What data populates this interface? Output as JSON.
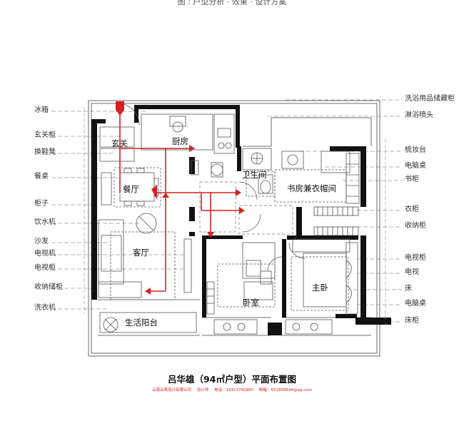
{
  "header": {
    "banner": "图 : 户型分析 ·  效果 · 设计方案"
  },
  "title": "吕华雄（94㎡户型）平面布置图",
  "firm": {
    "company": "云南云筑设计有限公司",
    "designer": "设计师",
    "phone_label": "电话：18313742955",
    "email_label": "邮箱：651899844@qq.com"
  },
  "rooms": {
    "entry": "玄关",
    "kitchen": "厨房",
    "dining": "餐厅",
    "living": "客厅",
    "bathroom": "卫生间",
    "study": "书房兼衣帽间",
    "bedroom": "卧室",
    "master": "主卧",
    "balcony": "生活阳台"
  },
  "left_labels": [
    "冰箱",
    "玄关柜",
    "换鞋凳",
    "餐桌",
    "柜子",
    "饮水机",
    "沙发",
    "电视机",
    "电视柜",
    "收纳储柜",
    "洗衣机"
  ],
  "right_labels": [
    "洗浴用品储藏柜",
    "淋浴喷头",
    "梳妆台",
    "电脑桌",
    "书柜",
    "衣柜",
    "收纳柜",
    "电视柜",
    "电视",
    "床",
    "电脑桌",
    "床柜"
  ],
  "colors": {
    "wall": "#111111",
    "arrow": "#d62020",
    "guide": "#9a9a9a",
    "furniture": "#555555"
  }
}
